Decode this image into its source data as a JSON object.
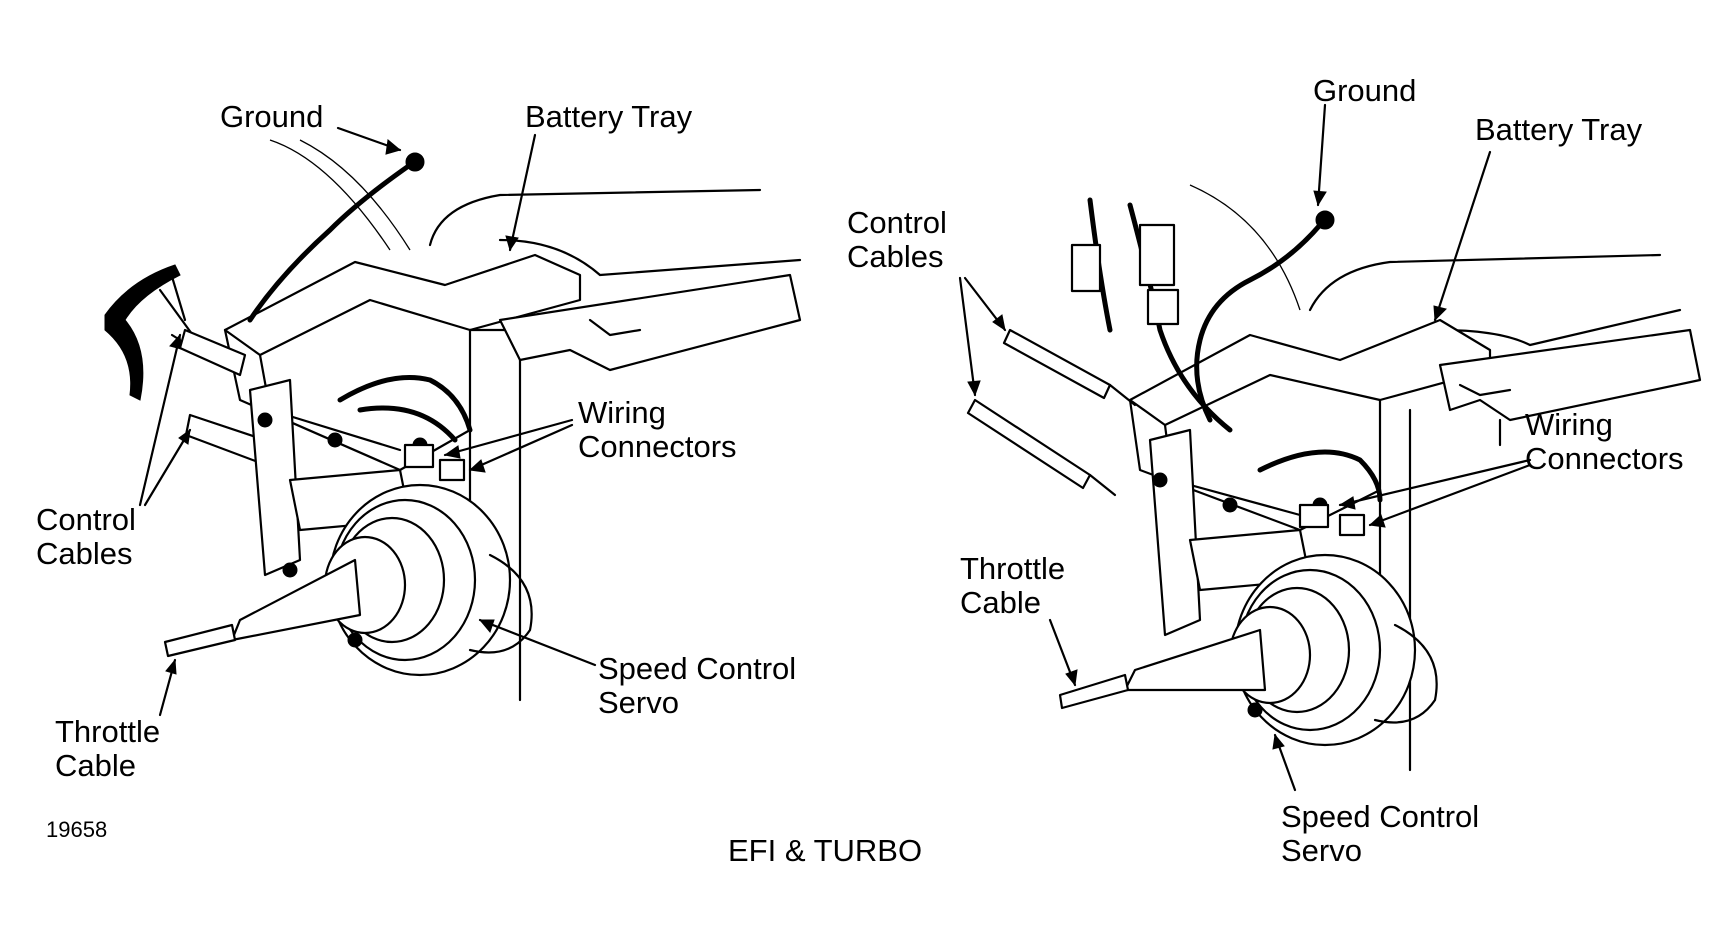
{
  "colors": {
    "ink": "#000000",
    "paper": "#ffffff"
  },
  "left": {
    "ground": "Ground",
    "battery_tray": "Battery Tray",
    "wiring_connectors_1": "Wiring",
    "wiring_connectors_2": "Connectors",
    "control_cables_1": "Control",
    "control_cables_2": "Cables",
    "speed_control_servo_1": "Speed Control",
    "speed_control_servo_2": "Servo",
    "throttle_cable_1": "Throttle",
    "throttle_cable_2": "Cable"
  },
  "right": {
    "ground": "Ground",
    "battery_tray": "Battery Tray",
    "control_cables_1": "Control",
    "control_cables_2": "Cables",
    "wiring_connectors_1": "Wiring",
    "wiring_connectors_2": "Connectors",
    "throttle_cable_1": "Throttle",
    "throttle_cable_2": "Cable",
    "speed_control_servo_1": "Speed Control",
    "speed_control_servo_2": "Servo"
  },
  "figure_number": "19658",
  "right_caption": "EFI & TURBO"
}
